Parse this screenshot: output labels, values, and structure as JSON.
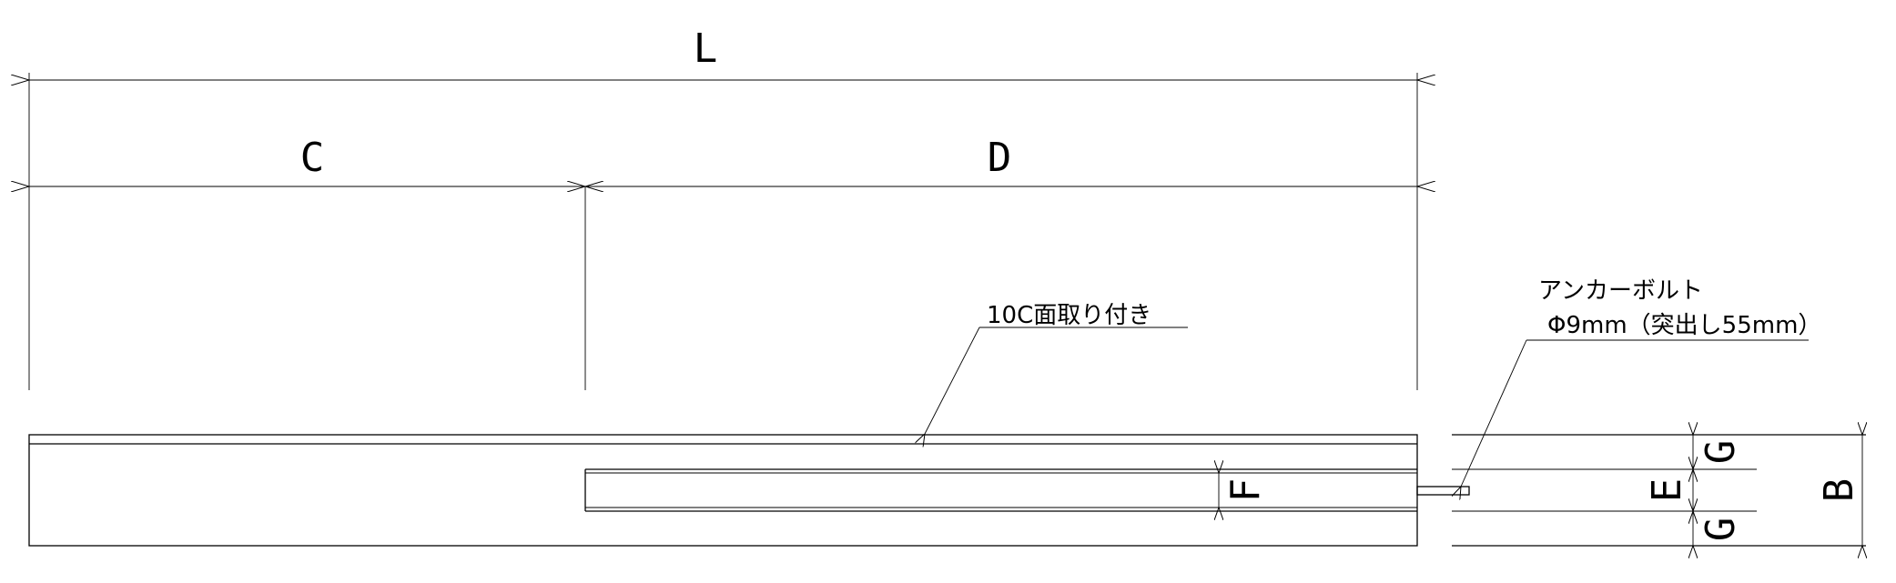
{
  "dimensions": {
    "L": "L",
    "C": "C",
    "D": "D",
    "F": "F",
    "G_top": "G",
    "E": "E",
    "G_bottom": "G",
    "B": "B"
  },
  "notes": {
    "chamfer": "10C面取り付き",
    "anchor_bolt_line1": "アンカーボルト",
    "anchor_bolt_line2": "Φ9mm（突出し55mm）"
  }
}
